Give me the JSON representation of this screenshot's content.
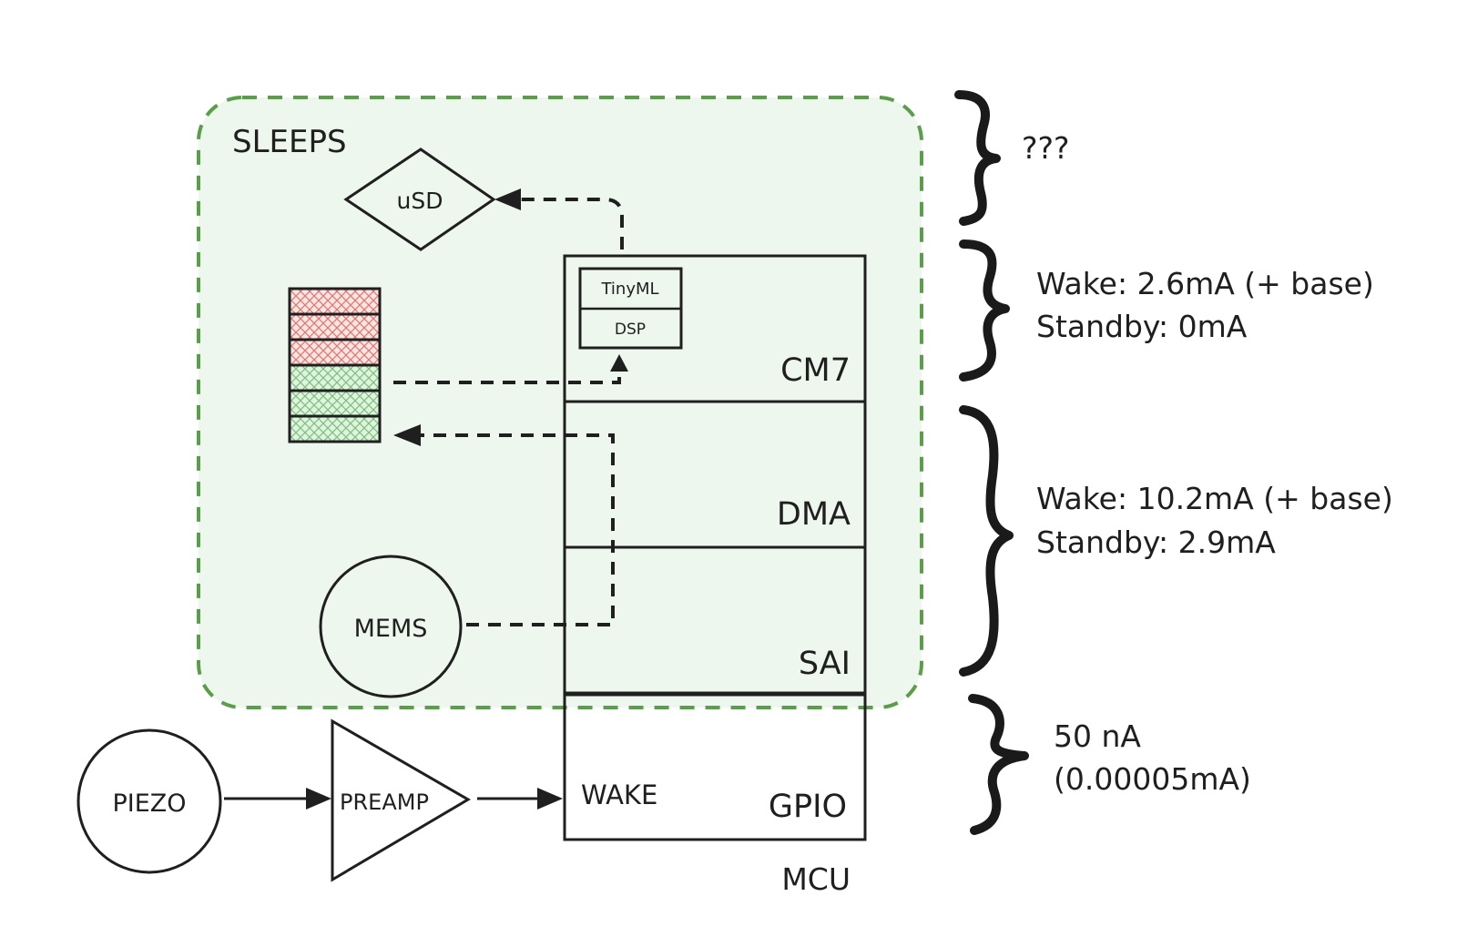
{
  "sleeps_label": "SLEEPS",
  "usd_label": "uSD",
  "tinyml_label": "TinyML",
  "dsp_label": "DSP",
  "mcu": {
    "cm7_label": "CM7",
    "dma_label": "DMA",
    "sai_label": "SAI",
    "gpio_label": "GPIO",
    "wake_label": "WAKE",
    "mcu_label": "MCU"
  },
  "mems_label": "MEMS",
  "piezo_label": "PIEZO",
  "preamp_label": "PREAMP",
  "annotations": {
    "top": "???",
    "cm7_wake": "Wake: 2.6mA (+ base)",
    "cm7_standby": "Standby: 0mA",
    "dma_sai_wake": "Wake: 10.2mA (+ base)",
    "dma_sai_standby": "Standby: 2.9mA",
    "gpio_line1": "50 nA",
    "gpio_line2": "(0.00005mA)"
  },
  "buffer": {
    "slots": [
      "filled",
      "filled",
      "filled",
      "empty",
      "empty",
      "empty"
    ]
  },
  "colors": {
    "sleeps_fill": "#edf7ee",
    "sleeps_border": "#5a9e4b",
    "filled_slot": "#e07a7a",
    "empty_slot": "#8fcf8f"
  }
}
